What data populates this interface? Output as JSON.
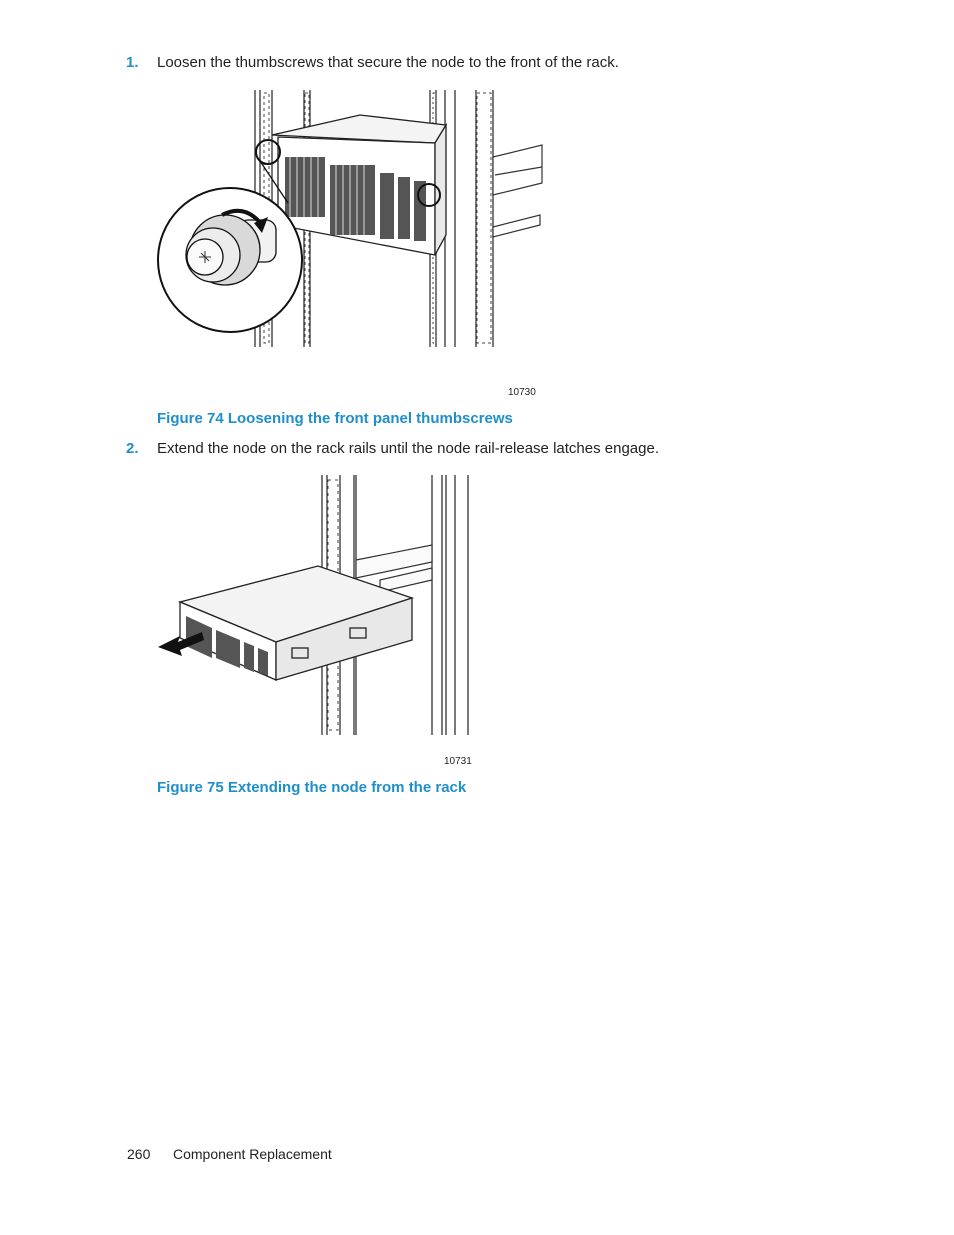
{
  "steps": [
    {
      "number": "1.",
      "text": "Loosen the thumbscrews that secure the node to the front of the rack."
    },
    {
      "number": "2.",
      "text": "Extend the node on the rack rails until the node rail-release latches engage."
    }
  ],
  "figures": [
    {
      "id_label": "10730",
      "caption": "Figure 74 Loosening the front panel thumbscrews"
    },
    {
      "id_label": "10731",
      "caption": "Figure 75 Extending the node from the rack"
    }
  ],
  "footer": {
    "page_number": "260",
    "section": "Component Replacement"
  },
  "colors": {
    "accent": "#1f8fc9",
    "text": "#222222"
  }
}
